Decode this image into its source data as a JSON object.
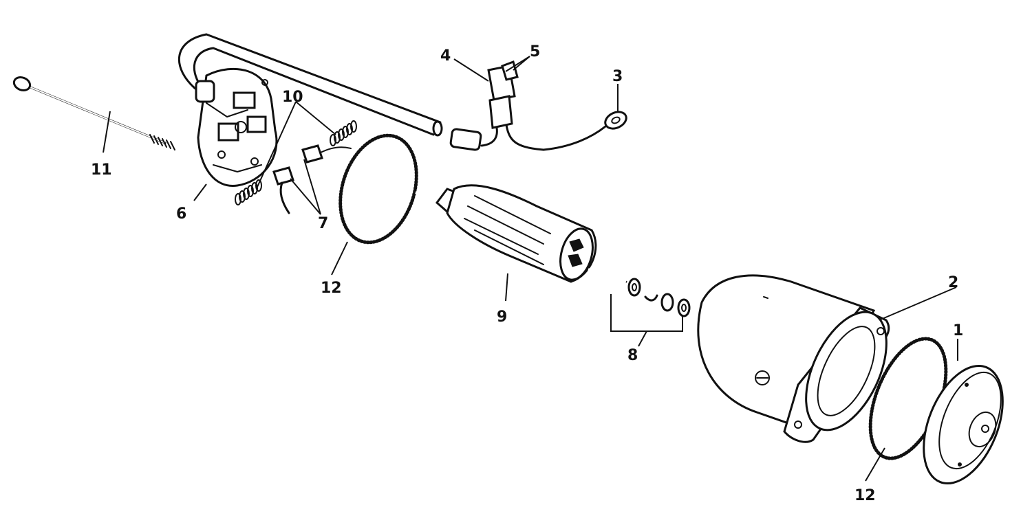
{
  "callouts": [
    {
      "id": "1",
      "label": "1"
    },
    {
      "id": "2",
      "label": "2"
    },
    {
      "id": "3",
      "label": "3"
    },
    {
      "id": "4",
      "label": "4"
    },
    {
      "id": "5",
      "label": "5"
    },
    {
      "id": "6",
      "label": "6"
    },
    {
      "id": "7",
      "label": "7"
    },
    {
      "id": "8",
      "label": "8"
    },
    {
      "id": "9",
      "label": "9"
    },
    {
      "id": "10",
      "label": "10"
    },
    {
      "id": "11",
      "label": "11"
    },
    {
      "id": "12a",
      "label": "12"
    },
    {
      "id": "12b",
      "label": "12"
    }
  ]
}
